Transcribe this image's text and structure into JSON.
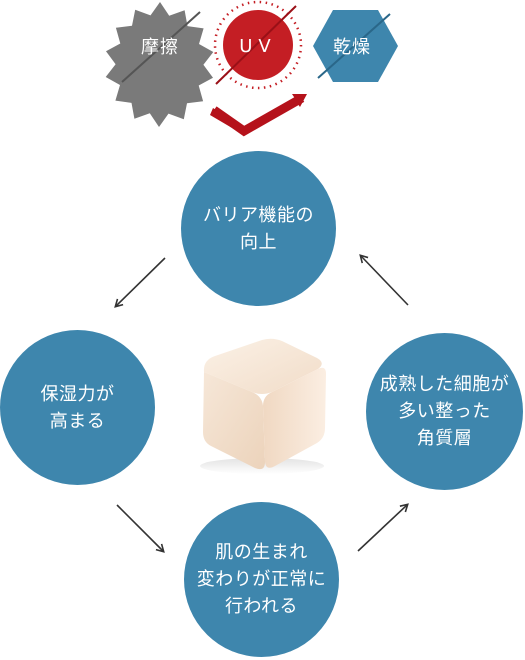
{
  "threats": {
    "friction": "摩擦",
    "uv": "UV",
    "dryness": "乾燥"
  },
  "cycle": {
    "top": [
      "バリア機能の",
      "向上"
    ],
    "right": [
      "成熟した細胞が",
      "多い整った",
      "角質層"
    ],
    "bottom": [
      "肌の生まれ",
      "変わりが正常に",
      "行われる"
    ],
    "left": [
      "保湿力が",
      "高まる"
    ]
  },
  "colors": {
    "circle": "#3e86ad",
    "friction": "#7a7a7a",
    "uv": "#c41e24",
    "dryness": "#3e86ad",
    "check": "#b5121b",
    "arrow": "#333333",
    "cube": "#f3e1cf"
  },
  "icons": [
    "friction-burst-icon",
    "uv-sun-icon",
    "dryness-hexagon-icon",
    "check-mark-icon",
    "cycle-arrow-icon",
    "skin-cube-image"
  ]
}
